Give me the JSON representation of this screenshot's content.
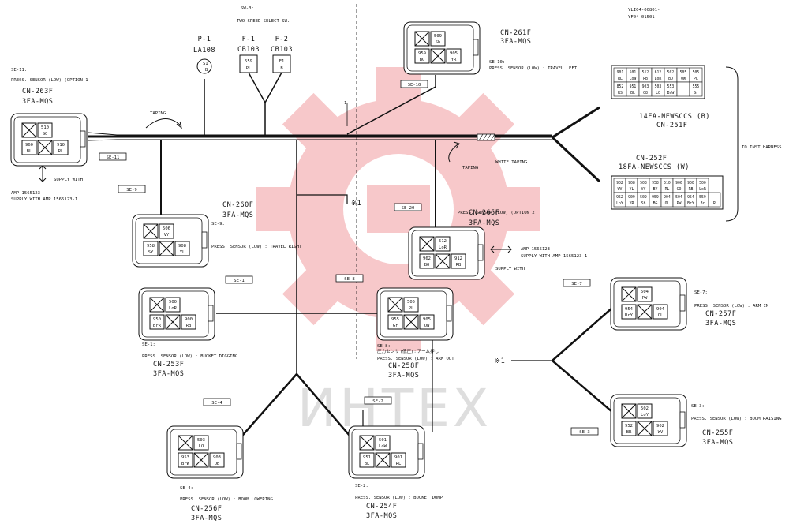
{
  "doc_refs": [
    "YLI04-00801-",
    "YF04-01501-"
  ],
  "watermark": {
    "text": "ИНТЕХ",
    "color": "#e8585e"
  },
  "sw3": {
    "title": "SW-3:",
    "name": "TWO-SPEED SELECT SW.",
    "f1": {
      "ref": "F-1",
      "part": "CB103",
      "pin": "559",
      "wire": "PL"
    },
    "f2": {
      "ref": "F-2",
      "part": "CB103",
      "pin": "E1",
      "wire": "B"
    }
  },
  "p1": {
    "ref": "P-1",
    "part": "LA108",
    "pin": "S1",
    "wire": "B"
  },
  "taping": "TAPING",
  "white_taping": "WHITE TAPING",
  "to_inst_harness": "TO INST HARNESS",
  "mark_x1": "※1",
  "supply_with": "SUPPLY WITH",
  "big": [
    {
      "id": "cn251",
      "name": "14FA-NEWSCCS (B)",
      "code": "CN-251F",
      "rows": [
        [
          "901|RL",
          "501|LoW",
          "512|RB",
          "612|LoR",
          "502|BO",
          "505|OW",
          "505|PL"
        ],
        [
          "852|RS",
          "951|BL",
          "903|O8",
          "503|LO",
          "553|BrW",
          "|",
          "555|Gr"
        ]
      ]
    },
    {
      "id": "cn252",
      "name": "18FA-NEWSCCS (W)",
      "code": "CN-252F",
      "rows": [
        [
          "902|WV",
          "908|YL",
          "508|VY",
          "958|BY",
          "510|RL",
          "906|GO",
          "900|RB",
          "500|LoR"
        ],
        [
          "952|LoY",
          "909|YR",
          "509|Sb",
          "959|BG",
          "904|OL",
          "504|PW",
          "954|BrY",
          "559|Br",
          "|R"
        ]
      ]
    }
  ],
  "connectors": [
    {
      "id": "se11",
      "tag": "SE-11",
      "title": "SE-11:",
      "desc": "PRESS. SENSOR (LOW) (OPTION 1",
      "code": "CN-263F",
      "type": "3FA-MQS",
      "pins": [
        {
          "n": "510",
          "c": "GO"
        },
        {
          "n": "960",
          "c": "BL"
        },
        {
          "n": "910",
          "c": "RL"
        }
      ]
    },
    {
      "id": "se10",
      "tag": "SE-10",
      "title": "SE-10:",
      "desc": "PRESS. SENSOR (LOW) : TRAVEL LEFT",
      "code": "CN-261F",
      "type": "3FA-MQS",
      "pins": [
        {
          "n": "509",
          "c": "Sb"
        },
        {
          "n": "959",
          "c": "BG"
        },
        {
          "n": "905",
          "c": "YR"
        }
      ]
    },
    {
      "id": "se9",
      "tag": "SE-9",
      "title": "SE-9:",
      "desc": "PRESS. SENSOR (LOW) : TRAVEL RIGHT",
      "code": "CN-260F",
      "type": "3FA-MQS",
      "pins": [
        {
          "n": "506",
          "c": "VY"
        },
        {
          "n": "958",
          "c": "SY"
        },
        {
          "n": "908",
          "c": "YL"
        }
      ]
    },
    {
      "id": "se20",
      "tag": "SE-20",
      "title": "",
      "desc": "PRESS. SENSOR (LOW) (OPTION 2",
      "code": "CN-265F",
      "type": "3FA-MQS",
      "pins": [
        {
          "n": "512",
          "c": "LoR"
        },
        {
          "n": "962",
          "c": "BO"
        },
        {
          "n": "912",
          "c": "RB"
        }
      ],
      "amp": "AMP 1565123",
      "amp2": "SUPPLY WITH AMP 1565123-1"
    },
    {
      "id": "se1",
      "tag": "SE-1",
      "title": "SE-1:",
      "desc": "PRESS. SENSOR (LOW) : BUCKET DIGGING",
      "code": "CN-253F",
      "type": "3FA-MQS",
      "pins": [
        {
          "n": "500",
          "c": "LoR"
        },
        {
          "n": "950",
          "c": "BrR"
        },
        {
          "n": "900",
          "c": "RB"
        }
      ]
    },
    {
      "id": "se8",
      "tag": "SE-8",
      "title": "SE-8:",
      "desc": "圧力センサ (低圧) : アーム押し",
      "desc2": "PRESS. SENSOR (LOW) : ARM OUT",
      "code": "CN-258F",
      "type": "3FA-MQS",
      "pins": [
        {
          "n": "505",
          "c": "PL"
        },
        {
          "n": "955",
          "c": "Gr"
        },
        {
          "n": "905",
          "c": "OW"
        }
      ]
    },
    {
      "id": "se7",
      "tag": "SE-7",
      "title": "SE-7:",
      "desc": "PRESS. SENSOR (LOW) : ARM IN",
      "code": "CN-257F",
      "type": "3FA-MQS",
      "pins": [
        {
          "n": "504",
          "c": "PW"
        },
        {
          "n": "954",
          "c": "BrY"
        },
        {
          "n": "904",
          "c": "OL"
        }
      ]
    },
    {
      "id": "se4",
      "tag": "SE-4",
      "title": "SE-4:",
      "desc": "PRESS. SENSOR (LOW) : BOOM LOWERING",
      "code": "CN-256F",
      "type": "3FA-MQS",
      "pins": [
        {
          "n": "503",
          "c": "LO"
        },
        {
          "n": "953",
          "c": "BrW"
        },
        {
          "n": "903",
          "c": "OB"
        }
      ]
    },
    {
      "id": "se2",
      "tag": "SE-2",
      "title": "SE-2:",
      "desc": "PRESS. SENSOR (LOW) : BUCKET DUMP",
      "code": "CN-254F",
      "type": "3FA-MQS",
      "pins": [
        {
          "n": "501",
          "c": "LoW"
        },
        {
          "n": "951",
          "c": "BL"
        },
        {
          "n": "901",
          "c": "RL"
        }
      ]
    },
    {
      "id": "se3",
      "tag": "SE-3",
      "title": "SE-3:",
      "desc": "PRESS. SENSOR (LOW) : BOOM RAISING",
      "code": "CN-255F",
      "type": "3FA-MQS",
      "pins": [
        {
          "n": "502",
          "c": "LoY"
        },
        {
          "n": "952",
          "c": "BR"
        },
        {
          "n": "902",
          "c": "WV"
        }
      ]
    }
  ]
}
